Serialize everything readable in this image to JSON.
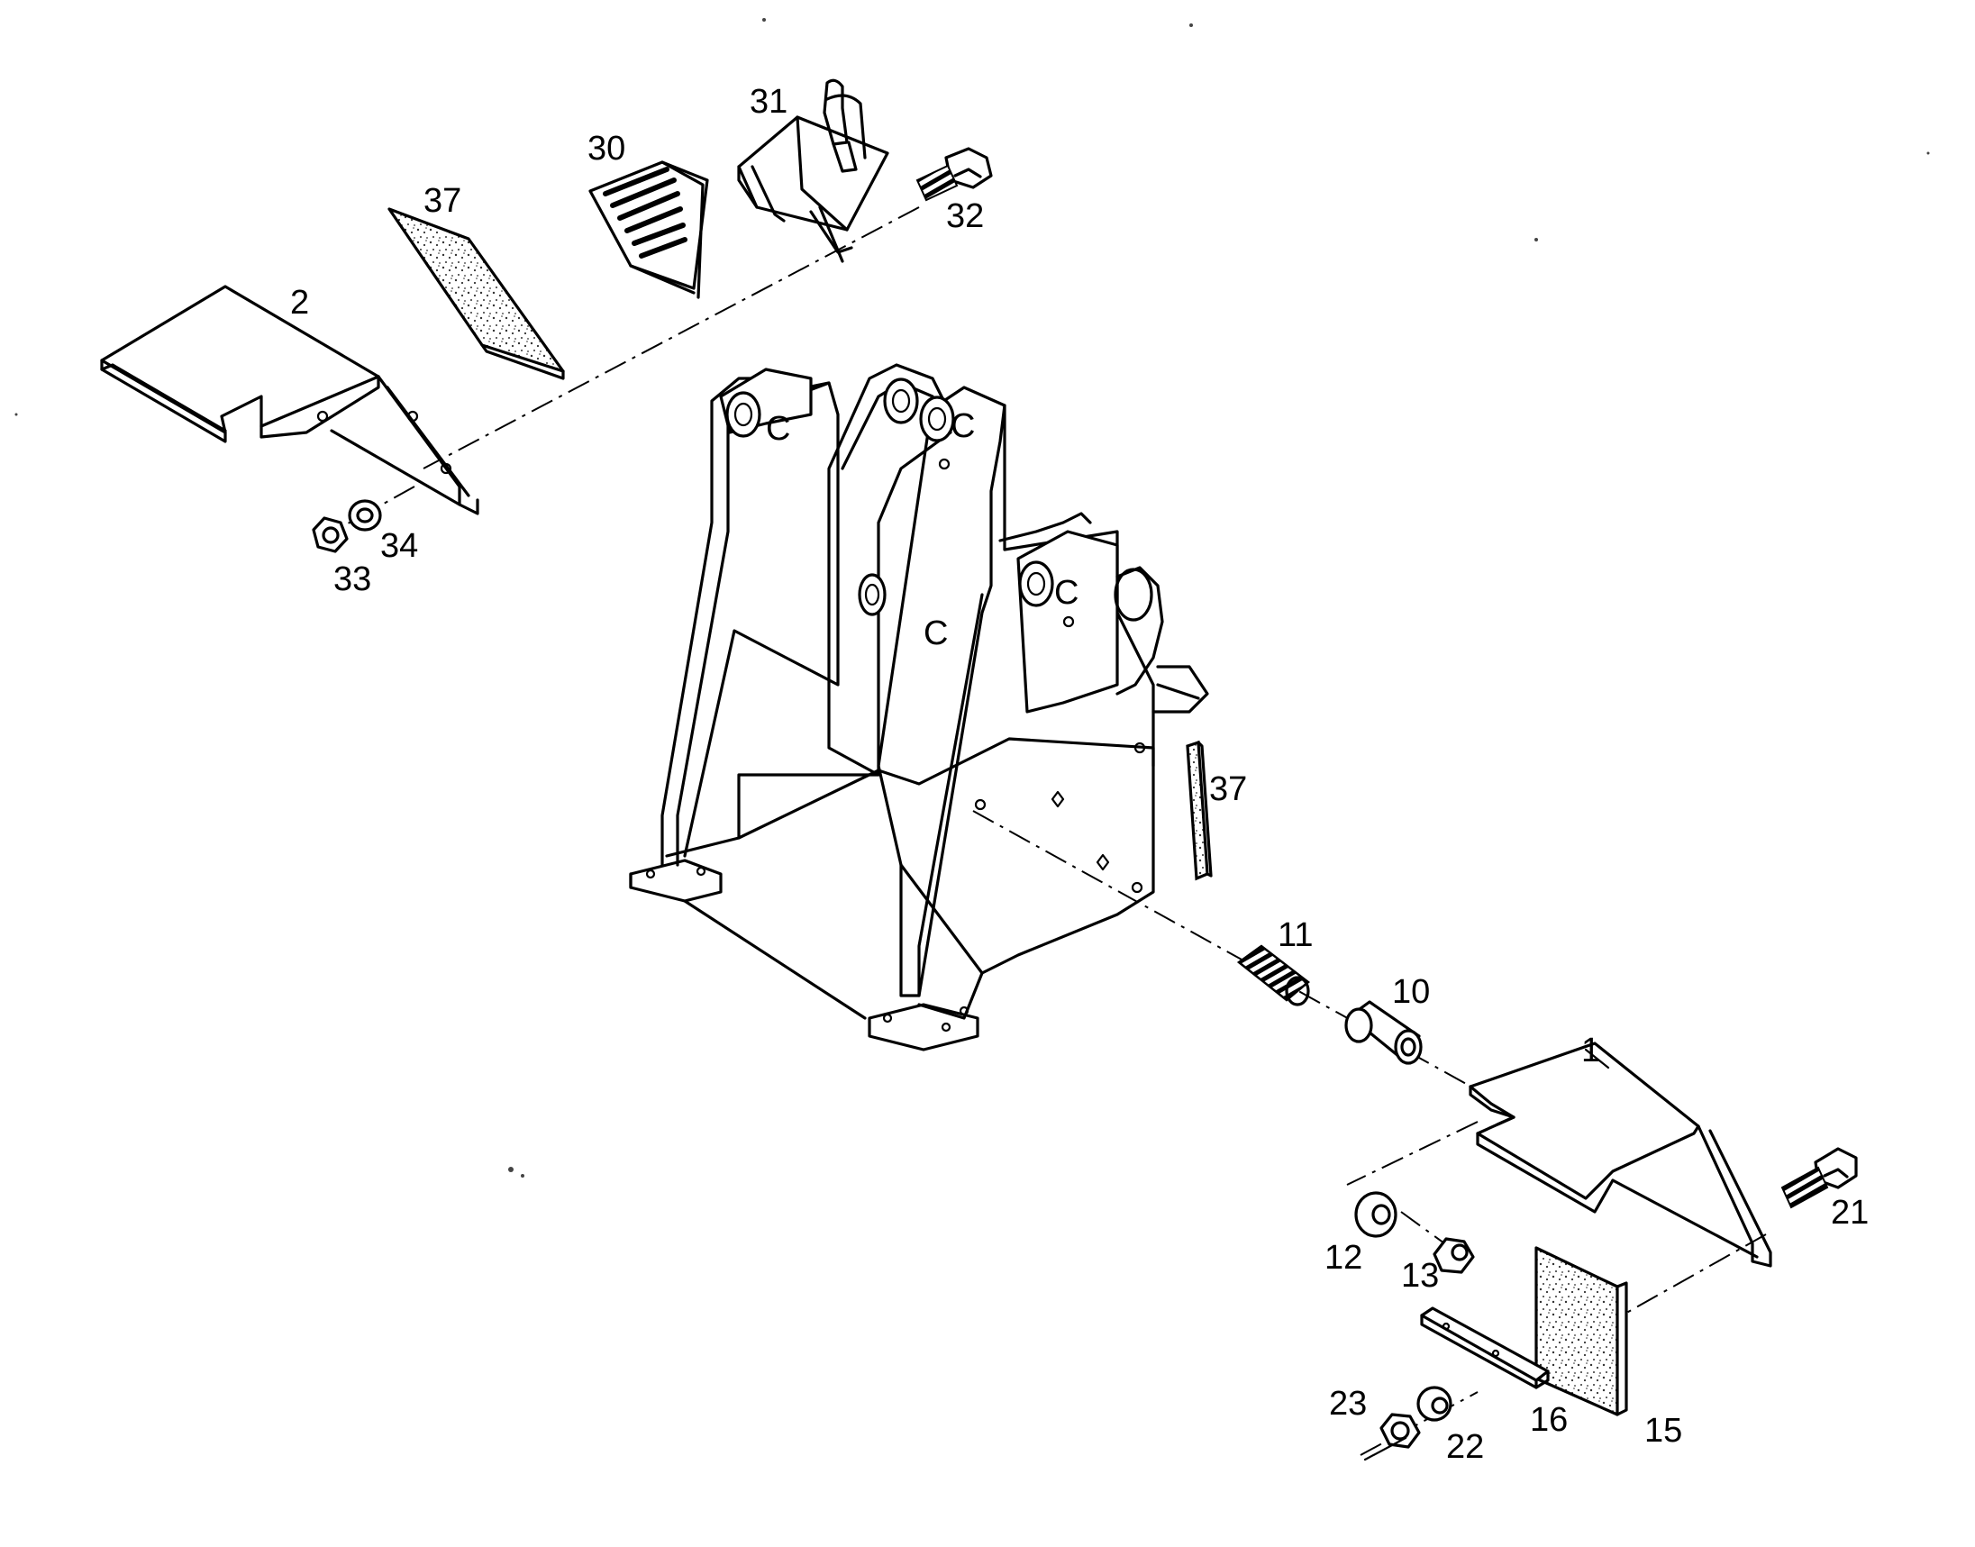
{
  "callouts": {
    "p1": "1",
    "p2": "2",
    "p10": "10",
    "p11": "11",
    "p12": "12",
    "p13": "13",
    "p15": "15",
    "p16": "16",
    "p21": "21",
    "p22": "22",
    "p23": "23",
    "p30": "30",
    "p31": "31",
    "p32": "32",
    "p33": "33",
    "p34": "34",
    "p37a": "37",
    "p37b": "37"
  },
  "colors": {
    "ink": "#000000",
    "paper": "#ffffff",
    "texture": "#555555"
  }
}
